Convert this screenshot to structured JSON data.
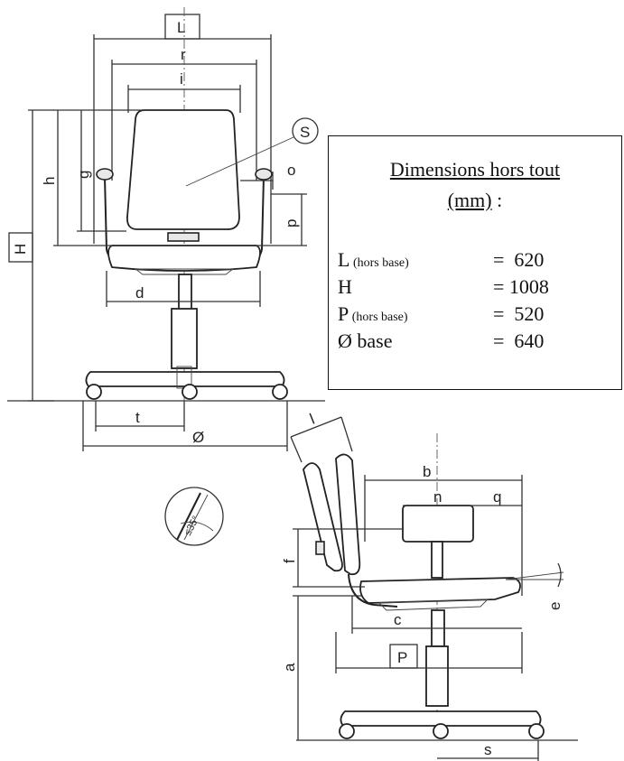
{
  "info_box": {
    "title_line1": "Dimensions hors tout",
    "title_unit": "(mm)",
    "title_suffix": " :",
    "rows": [
      {
        "label": "L",
        "qualifier": " (hors base)",
        "value": "=  620"
      },
      {
        "label": "H",
        "qualifier": "",
        "value": "= 1008"
      },
      {
        "label": "P",
        "qualifier": " (hors base)",
        "value": "=  520"
      },
      {
        "label": "Ø base",
        "qualifier": "",
        "value": "=  640"
      }
    ]
  },
  "front_view_labels": {
    "L": "L",
    "r": "r",
    "i": "i",
    "S": "S",
    "h": "h",
    "g": "g",
    "o": "o",
    "p": "p",
    "H": "H",
    "d": "d",
    "t": "t",
    "diameter": "Ø"
  },
  "side_view_labels": {
    "l": "l",
    "b": "b",
    "n": "n",
    "q": "q",
    "f": "f",
    "e": "e",
    "c": "c",
    "P": "P",
    "a": "a",
    "s": "s",
    "angle_detail": "≤35°"
  }
}
